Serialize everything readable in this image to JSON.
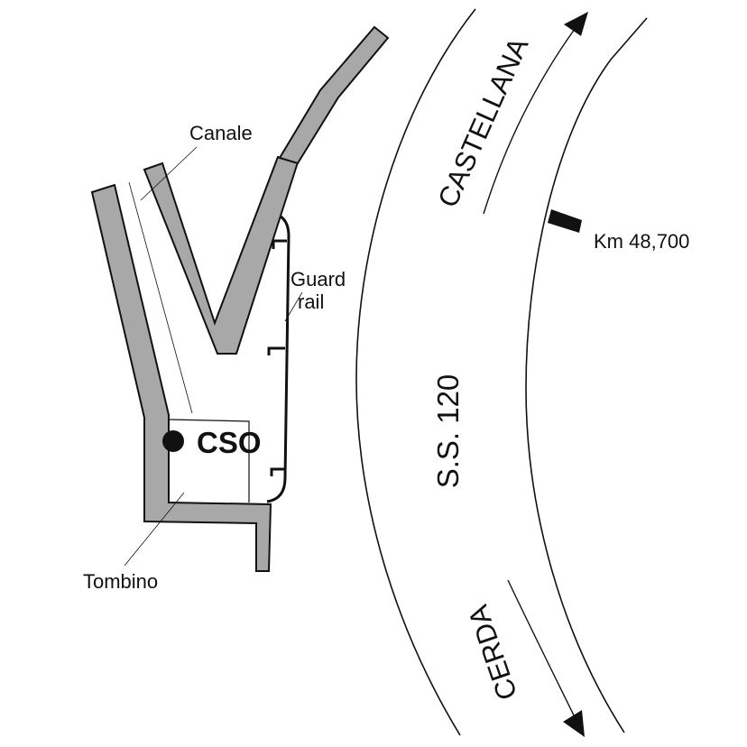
{
  "diagram": {
    "type": "site-location-sketch",
    "colors": {
      "channel_fill": "#a8a8a8",
      "stroke": "#111111",
      "background": "#ffffff"
    },
    "labels": {
      "canale": "Canale",
      "guard_rail_line1": "Guard",
      "guard_rail_line2": "rail",
      "cso": "CSO",
      "tombino": "Tombino",
      "road_name": "S.S. 120",
      "direction_north": "CASTELLANA",
      "direction_south": "CERDA",
      "km_marker": "Km 48,700"
    },
    "elements": [
      {
        "name": "canale",
        "kind": "drainage channel"
      },
      {
        "name": "tombino",
        "kind": "culvert"
      },
      {
        "name": "cso",
        "kind": "sampling point"
      },
      {
        "name": "guard-rail",
        "kind": "road barrier"
      },
      {
        "name": "road",
        "kind": "state road S.S. 120"
      },
      {
        "name": "km-marker",
        "kind": "kilometre marker"
      }
    ]
  }
}
